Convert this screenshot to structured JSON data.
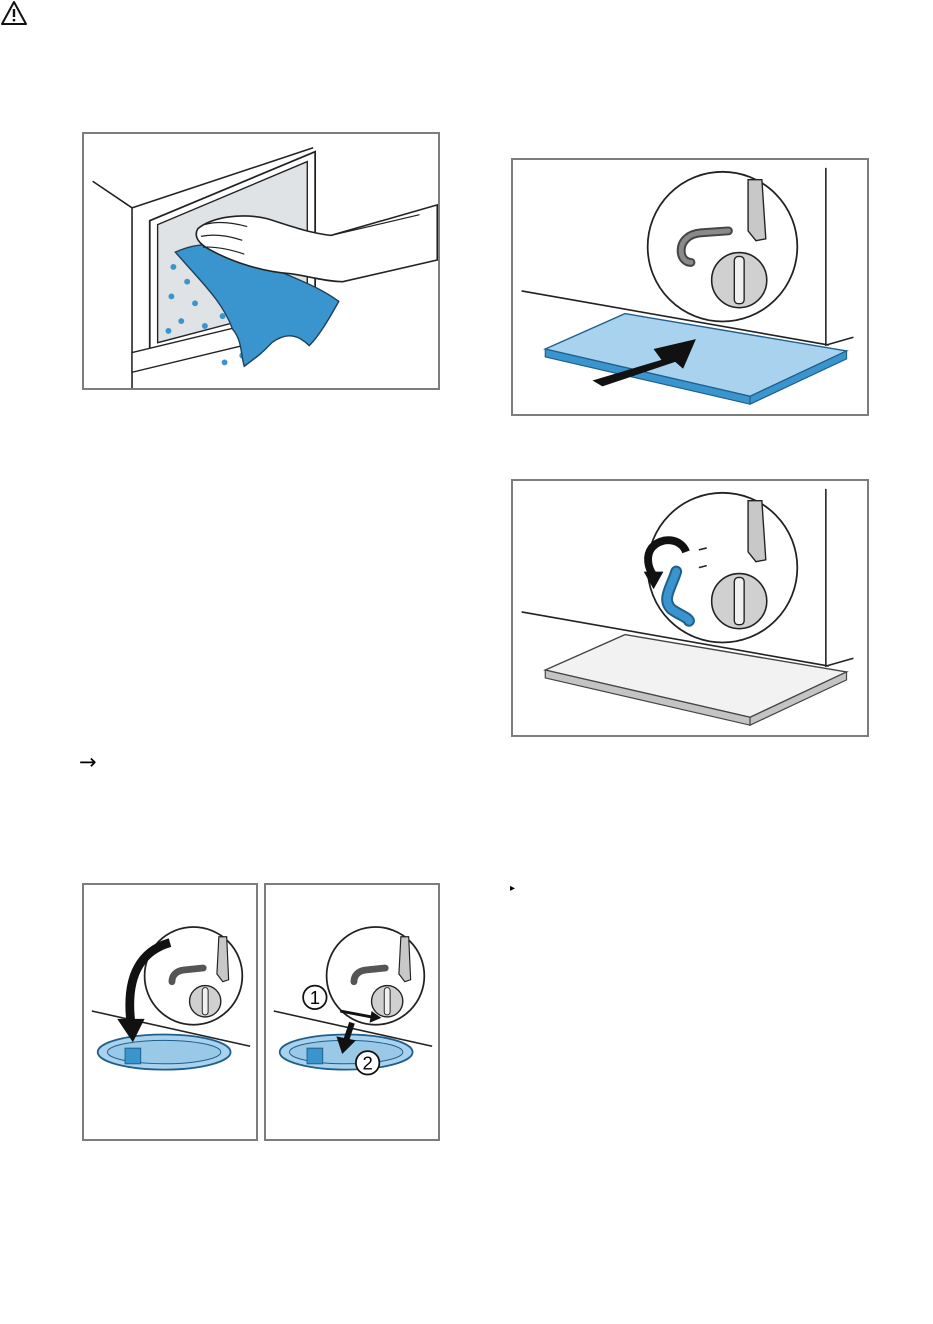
{
  "markers": {
    "arrow": "→",
    "bullet": "▸",
    "warning_icon": "warning-triangle-icon"
  },
  "figures": {
    "door_seal_wipe": {
      "icon": "wipe-door-seal-illustration"
    },
    "drain_tray_insert": {
      "icon": "insert-tray-illustration"
    },
    "drain_hose_release": {
      "icon": "release-hose-illustration"
    },
    "pump_cover_open": {
      "icon": "open-pump-cover-illustration"
    },
    "pump_cover_remove": {
      "icon": "remove-pump-cover-illustration",
      "step1": "1",
      "step2": "2"
    }
  },
  "colors": {
    "accent_blue": "#3a95cf",
    "light_blue": "#a9d2ee",
    "frame_grey": "#7d7d7d"
  }
}
